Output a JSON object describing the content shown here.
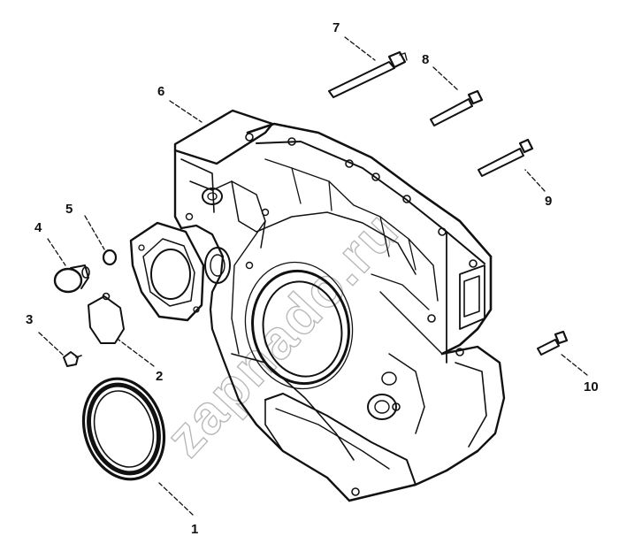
{
  "watermark": "zapnado.ru",
  "callouts": [
    {
      "id": "1",
      "label": "1"
    },
    {
      "id": "2",
      "label": "2"
    },
    {
      "id": "3",
      "label": "3"
    },
    {
      "id": "4",
      "label": "4"
    },
    {
      "id": "5",
      "label": "5"
    },
    {
      "id": "6",
      "label": "6"
    },
    {
      "id": "7",
      "label": "7"
    },
    {
      "id": "8",
      "label": "8"
    },
    {
      "id": "9",
      "label": "9"
    },
    {
      "id": "10",
      "label": "10"
    }
  ]
}
